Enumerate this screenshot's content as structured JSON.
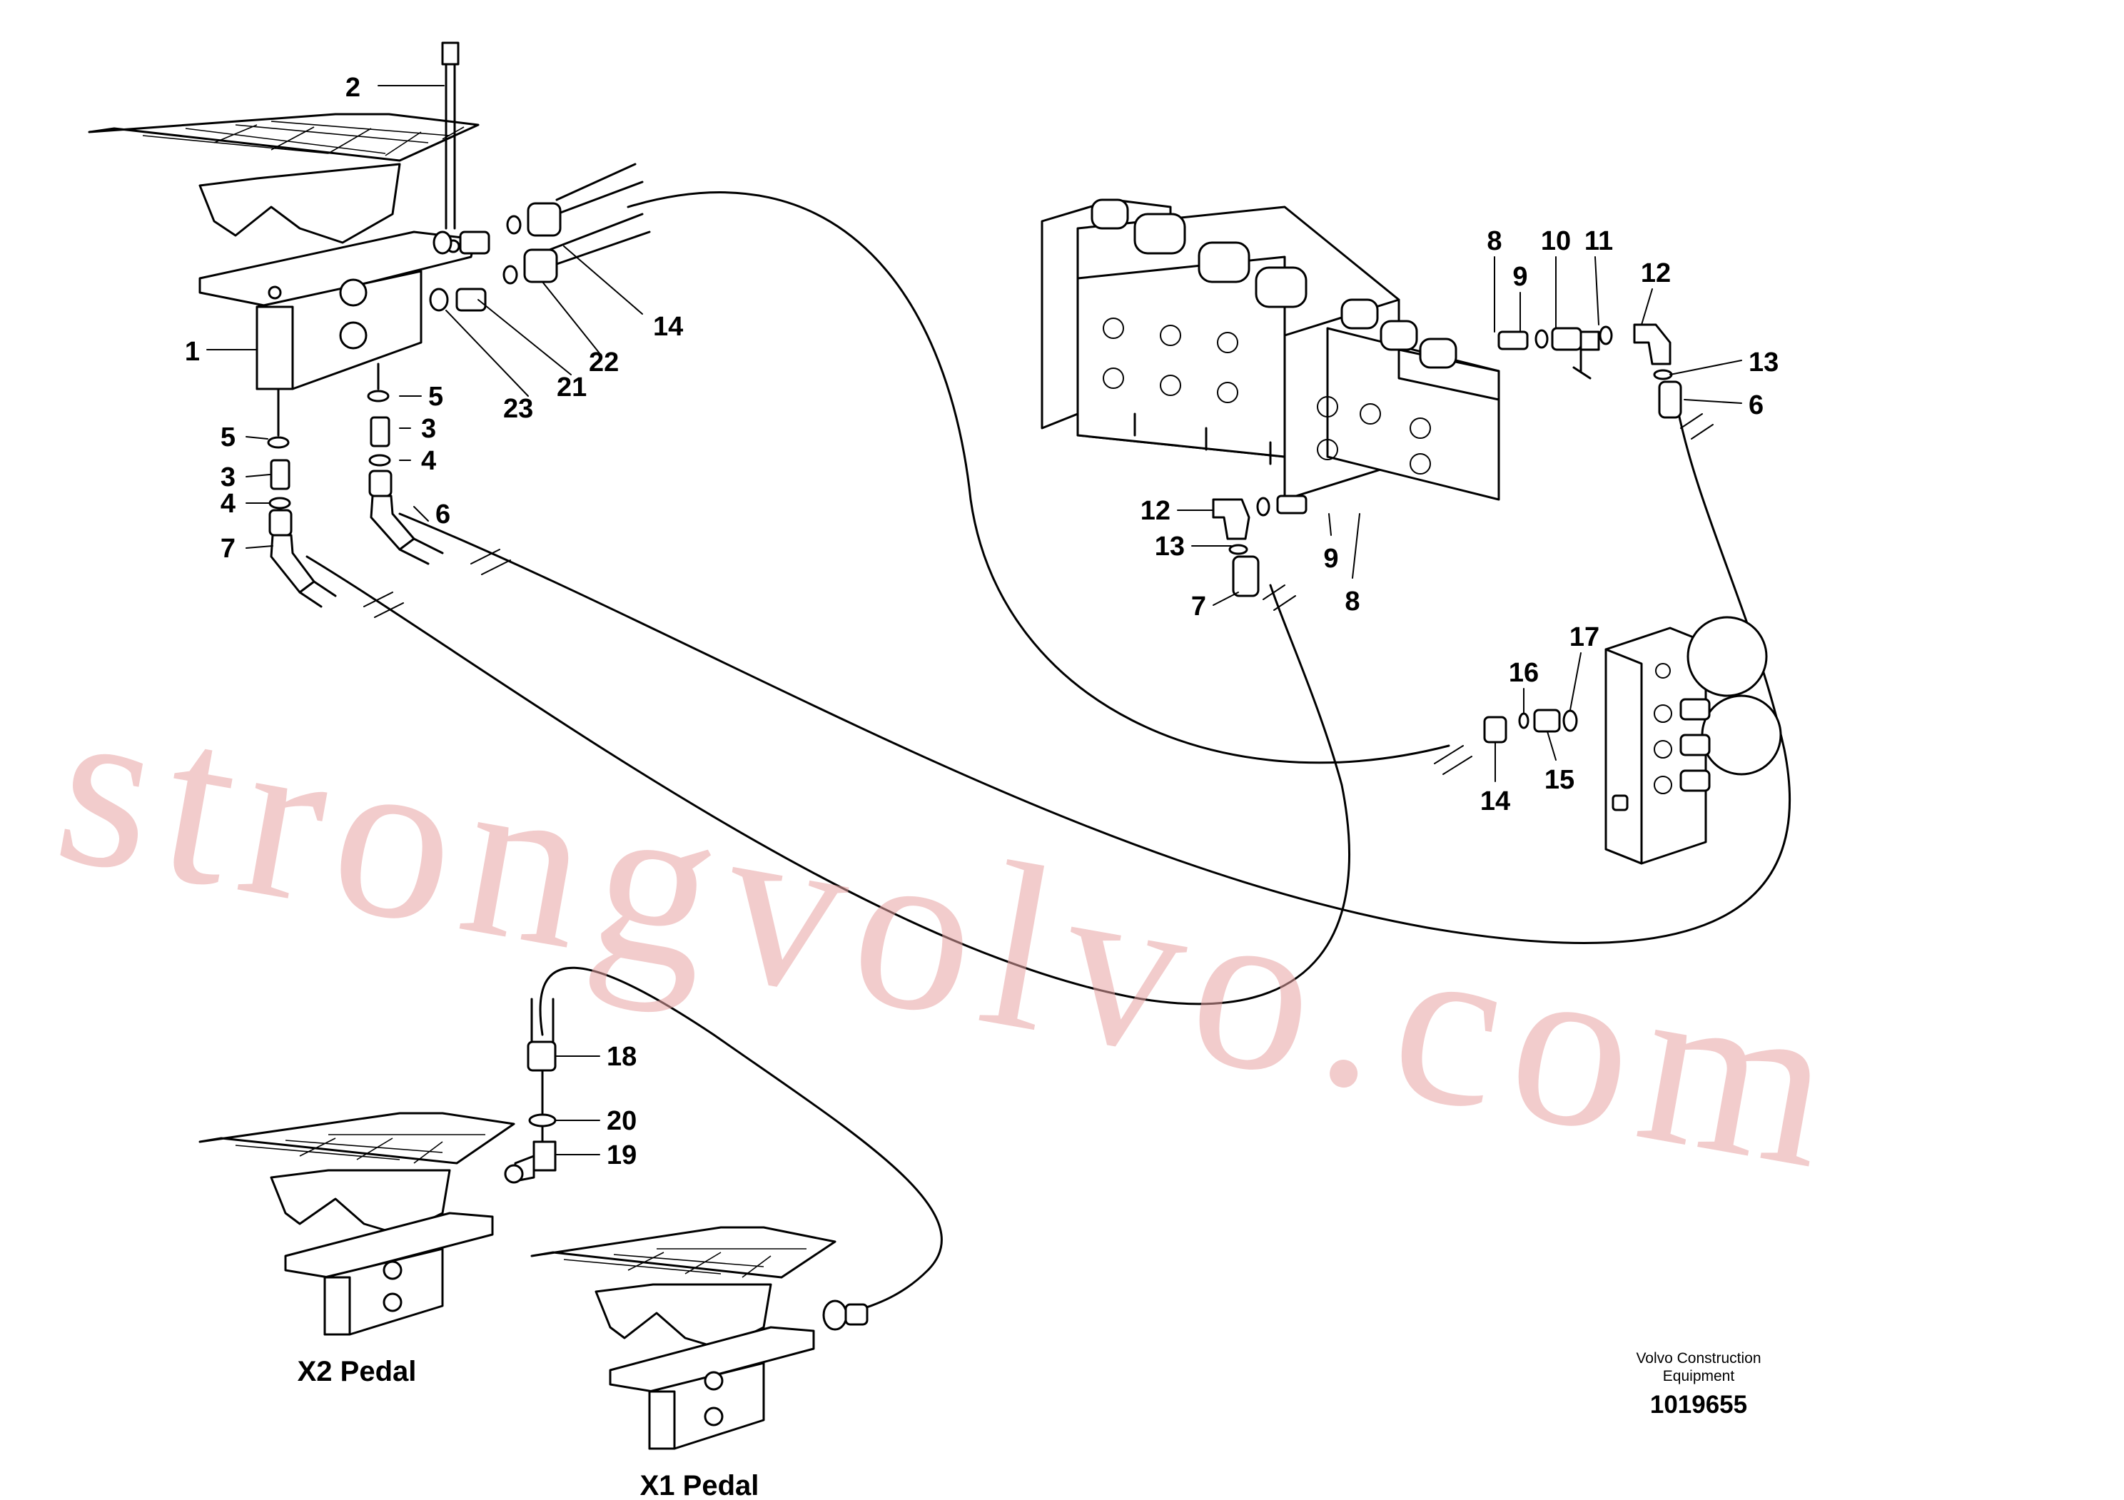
{
  "watermark": "strongvolvo.com",
  "captions": {
    "x2_pedal": "X2 Pedal",
    "x1_pedal": "X1 Pedal"
  },
  "credit": {
    "line1": "Volvo Construction",
    "line2": "Equipment",
    "code": "1019655"
  },
  "callouts": [
    "1",
    "2",
    "3",
    "4",
    "5",
    "6",
    "7",
    "8",
    "9",
    "10",
    "11",
    "12",
    "13",
    "14",
    "15",
    "16",
    "17",
    "18",
    "19",
    "20",
    "21",
    "22",
    "23"
  ],
  "colors": {
    "line": "#000000",
    "watermark": "#e8a2a2",
    "background": "#ffffff"
  }
}
